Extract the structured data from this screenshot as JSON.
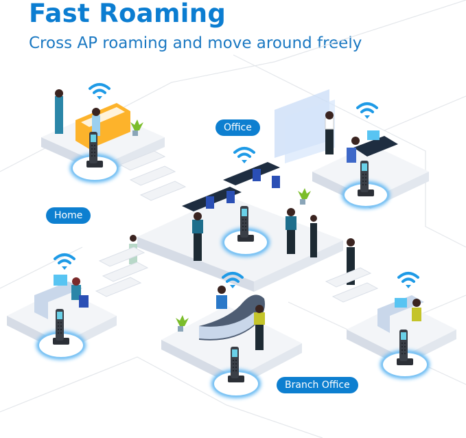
{
  "header": {
    "title": "Fast Roaming",
    "subtitle": "Cross AP roaming and move around freely"
  },
  "locations": [
    {
      "id": "office",
      "label": "Office"
    },
    {
      "id": "home",
      "label": "Home"
    },
    {
      "id": "branch-office",
      "label": "Branch Office"
    }
  ],
  "colors": {
    "accent": "#0d7fd0",
    "title": "#0b7dd1",
    "wifi": "#1e9ae6",
    "platform": "#eef1f6",
    "platform_side": "#d6dce6"
  },
  "icons": [
    "wifi-icon",
    "cordless-phone-icon"
  ]
}
